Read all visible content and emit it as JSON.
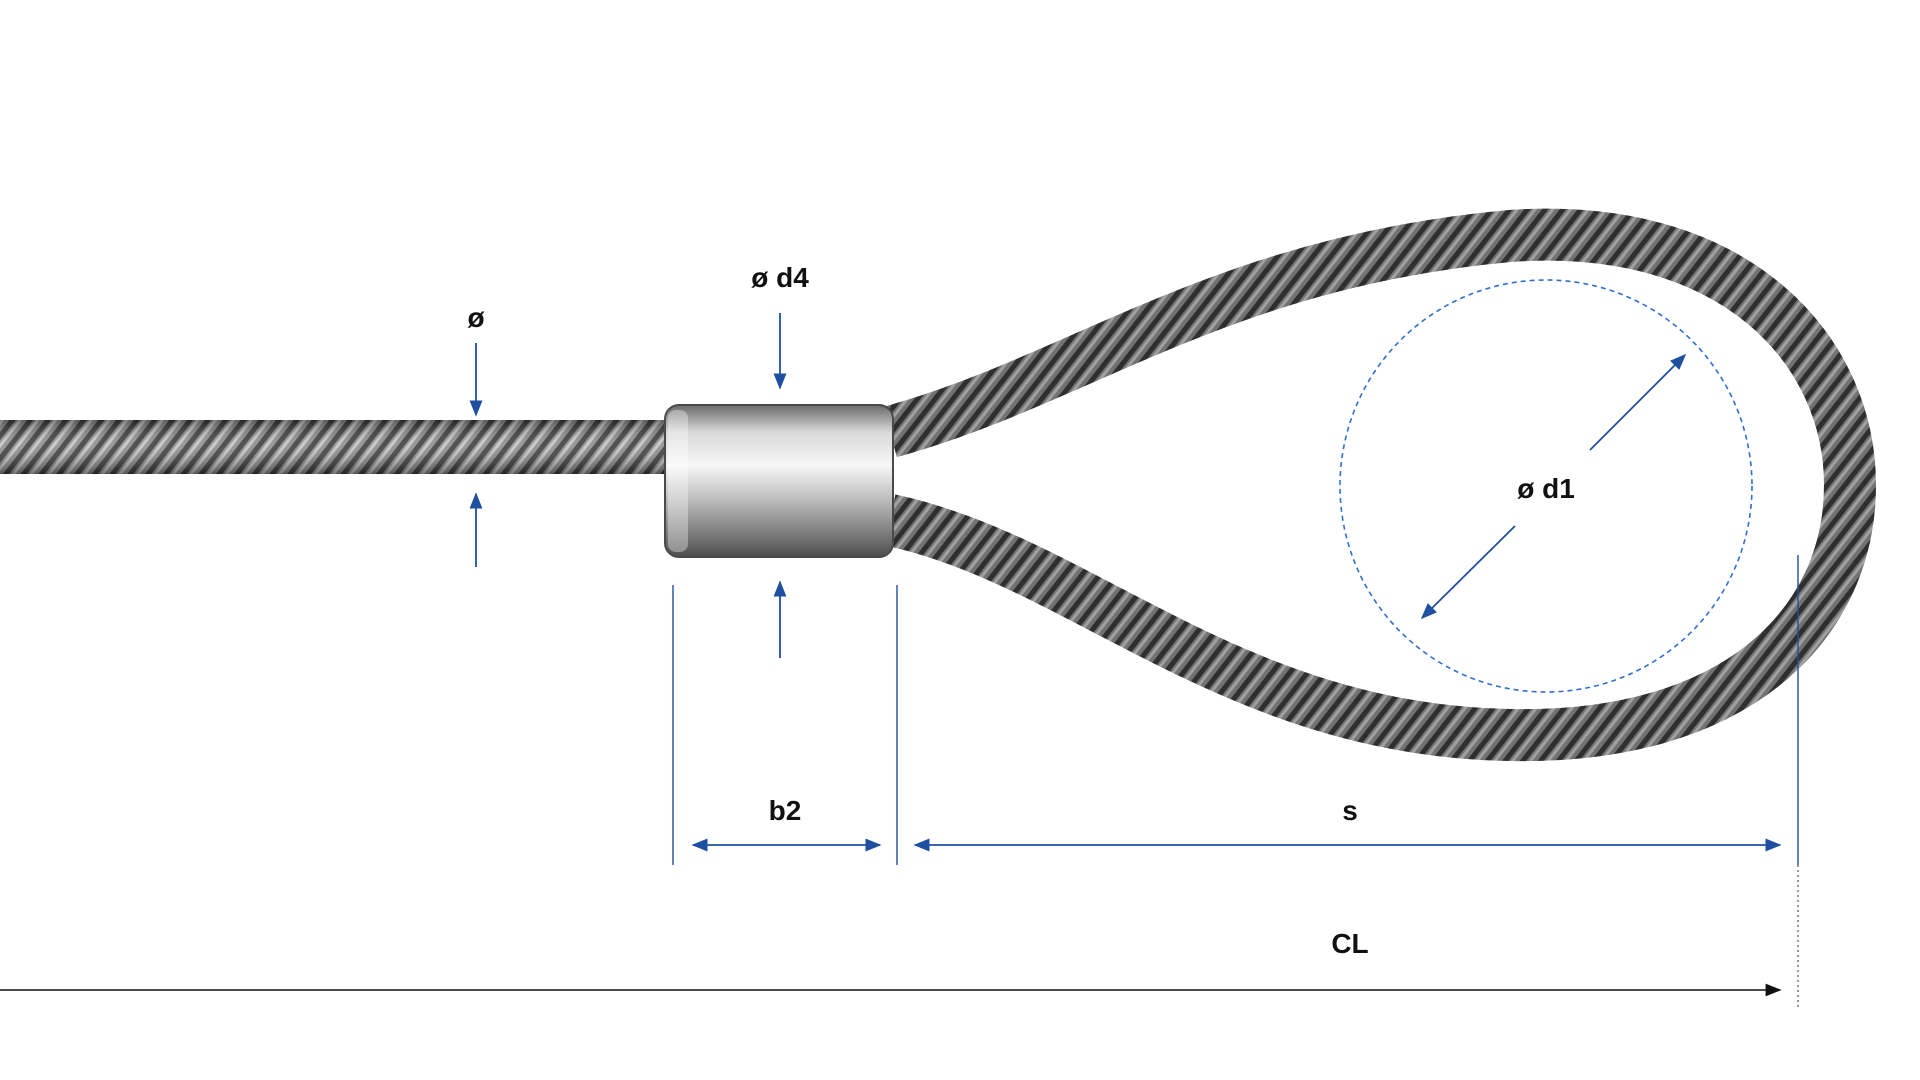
{
  "labels": {
    "rope_diameter": "ø",
    "ferrule_diameter": "ø d4",
    "eye_diameter": "ø d1",
    "ferrule_length": "b2",
    "eye_length": "s",
    "cable_length": "CL"
  },
  "colors": {
    "dimension_line": "#1f4fa0",
    "cable_length_line": "#111111",
    "eye_circle": "#2f6fd0",
    "rope_dark": "#3d3d3d",
    "rope_light": "#9a9a9a",
    "ferrule_dark": "#5a5a5a",
    "ferrule_light": "#f2f2f2",
    "text": "#111111"
  }
}
